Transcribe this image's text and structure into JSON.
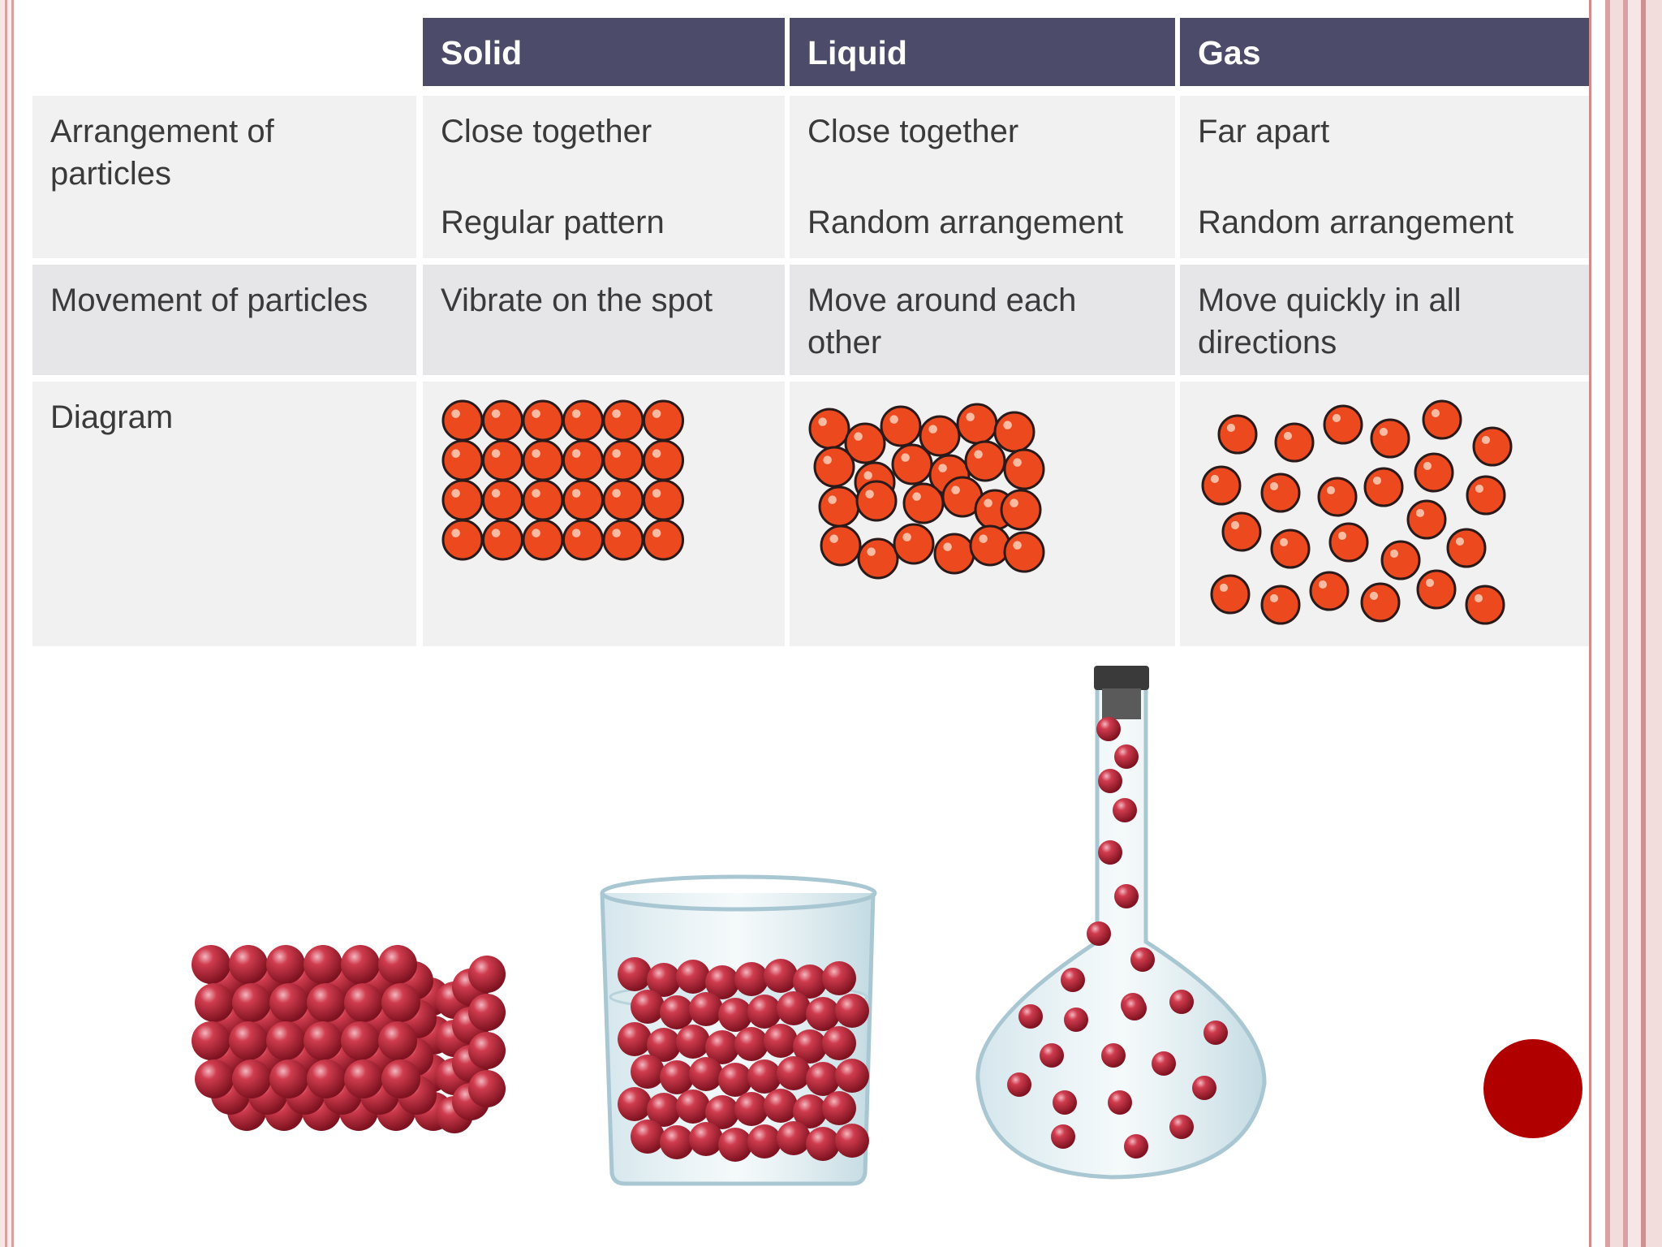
{
  "table": {
    "headers": [
      "Solid",
      "Liquid",
      "Gas"
    ],
    "rows": [
      {
        "label": "Arrangement of particles",
        "cells": [
          [
            "Close together",
            "Regular pattern"
          ],
          [
            "Close together",
            "Random arrangement"
          ],
          [
            "Far apart",
            "Random arrangement"
          ]
        ]
      },
      {
        "label": "Movement of particles",
        "cells": [
          "Vibrate on the spot",
          "Move around each other",
          "Move quickly in all directions"
        ]
      },
      {
        "label": "Diagram",
        "cells": []
      }
    ]
  },
  "colors": {
    "header_bg": "#4c4c6a",
    "particle_orange": "#ec4a1e",
    "particle_red": "#b5263a",
    "accent_dot": "#b00000"
  },
  "illustrations": [
    "solid-cube",
    "liquid-beaker",
    "gas-flask"
  ]
}
